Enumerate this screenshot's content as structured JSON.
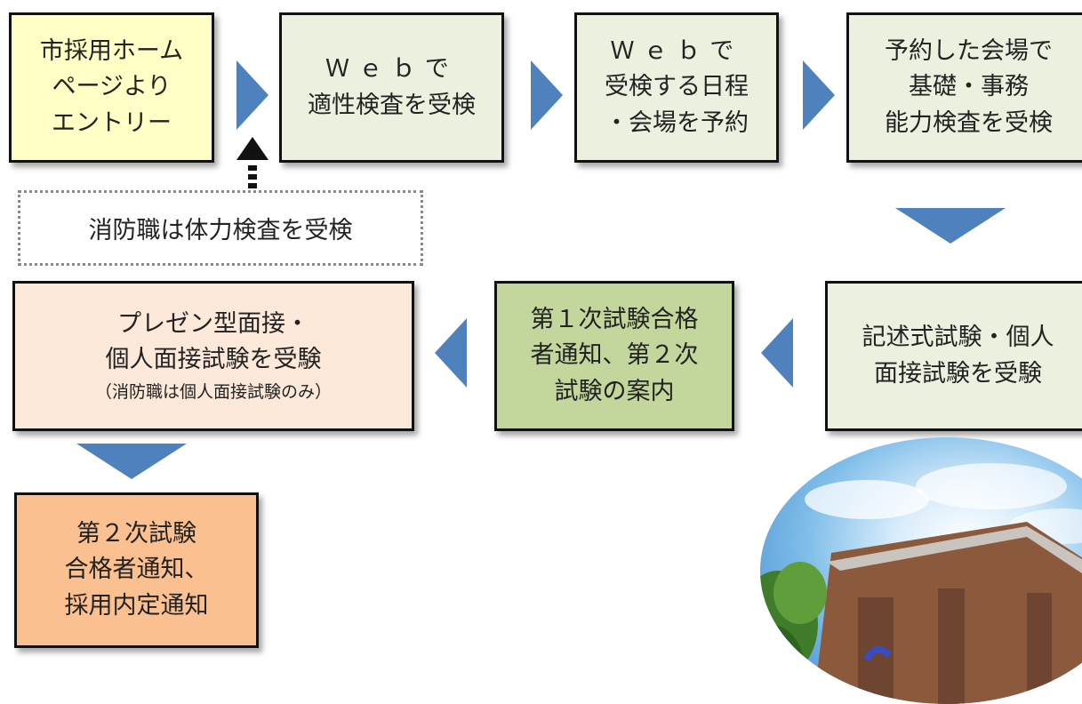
{
  "steps": {
    "entry": {
      "lines": [
        "市採用ホーム",
        "ページより",
        "エントリー"
      ]
    },
    "aptitude": {
      "lines": [
        "Ｗｅｂで",
        "適性検査を受検"
      ]
    },
    "reserve": {
      "lines": [
        "Ｗｅｂで",
        "受検する日程",
        "・会場を予約"
      ]
    },
    "basic": {
      "lines": [
        "予約した会場で",
        "基礎・事務",
        "能力検査を受検"
      ]
    },
    "written": {
      "lines": [
        "記述式試験・個人",
        "面接試験を受験"
      ]
    },
    "first_pass": {
      "lines": [
        "第１次試験合格",
        "者通知、第２次",
        "試験の案内"
      ]
    },
    "presentation": {
      "lines": [
        "プレゼン型面接・",
        "個人面接試験を受験"
      ],
      "note": "（消防職は個人面接試験のみ）"
    },
    "final": {
      "lines": [
        "第２次試験",
        "合格者通知、",
        "採用内定通知"
      ]
    }
  },
  "fire_note": "消防職は体力検査を受検",
  "colors": {
    "yellow": "#ffffc6",
    "pale_green": "#ebf1de",
    "green": "#c3d69b",
    "peach": "#fde9d9",
    "orange": "#fac090",
    "arrow_blue": "#4f81bd"
  }
}
